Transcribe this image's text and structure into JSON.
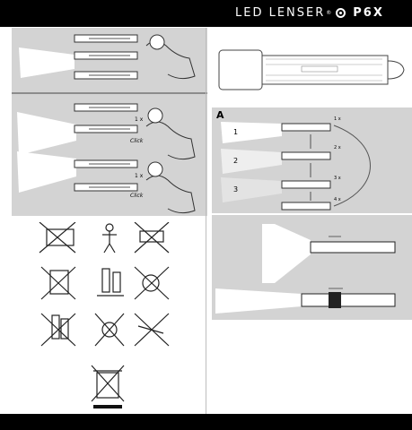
{
  "header": {
    "brand": "LED LENSER",
    "registered": "®",
    "model": "P6X"
  },
  "panel_a": {
    "label": "A",
    "steps": [
      "1",
      "2",
      "3"
    ],
    "press_marks": [
      "1 x",
      "2 x",
      "3 x",
      "4 x"
    ]
  },
  "left_panel": {
    "press_marks": [
      "1 x",
      "1 x"
    ],
    "click_labels": [
      "Click",
      "Click"
    ]
  },
  "colors": {
    "panel_gray": "#d3d3d3",
    "bar_black": "#000000",
    "background": "#ffffff"
  },
  "icons": [
    "flashlight-icon",
    "hand-icon",
    "pictogram-no-disassemble-icon",
    "pictogram-no-child-icon",
    "pictogram-no-liquid-icon",
    "pictogram-no-crush-icon",
    "pictogram-battery-icon",
    "pictogram-no-water-icon",
    "pictogram-no-mix-battery-icon",
    "pictogram-no-heat-icon",
    "pictogram-no-short-icon",
    "weee-bin-icon"
  ]
}
